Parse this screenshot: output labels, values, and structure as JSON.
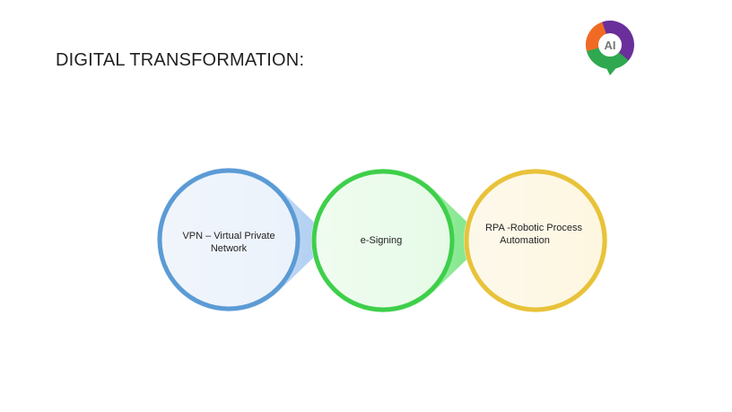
{
  "slide": {
    "title": "DIGITAL TRANSFORMATION:",
    "logo_text": "AI",
    "steps": [
      {
        "label_line1": "VPN – Virtual Private",
        "label_line2": "Network",
        "color": "#5b9bd5"
      },
      {
        "label_line1": "e-Signing",
        "label_line2": "",
        "color": "#3ecf4a"
      },
      {
        "label_line1": "RPA -Robotic Process",
        "label_line2": "Automation",
        "color": "#e8c23a"
      }
    ]
  }
}
